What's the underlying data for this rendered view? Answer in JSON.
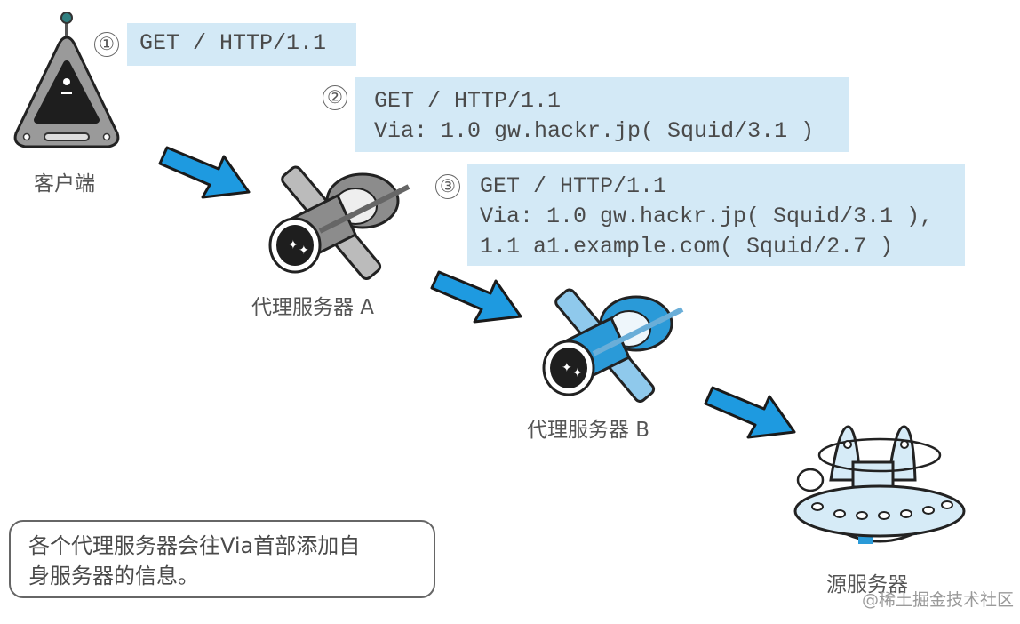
{
  "diagram": {
    "steps": [
      {
        "number": "①",
        "lines": [
          "GET / HTTP/1.1"
        ]
      },
      {
        "number": "②",
        "lines": [
          "GET / HTTP/1.1",
          "Via: 1.0 gw.hackr.jp( Squid/3.1 )"
        ]
      },
      {
        "number": "③",
        "lines": [
          "GET / HTTP/1.1",
          "Via: 1.0 gw.hackr.jp( Squid/3.1 ),",
          "1.1 a1.example.com( Squid/2.7 )"
        ]
      }
    ],
    "nodes": {
      "client": "客户端",
      "proxy_a": "代理服务器 A",
      "proxy_b": "代理服务器 B",
      "origin": "源服务器"
    },
    "note": {
      "line1": "各个代理服务器会往Via首部添加自",
      "line2": "身服务器的信息。"
    },
    "watermark": "@稀土掘金技术社区",
    "colors": {
      "box_bg": "#d3e9f6",
      "arrow": "#1e9ae0",
      "proxy_b": "#2a9ad8",
      "origin_fill": "#d6ebf7"
    }
  }
}
